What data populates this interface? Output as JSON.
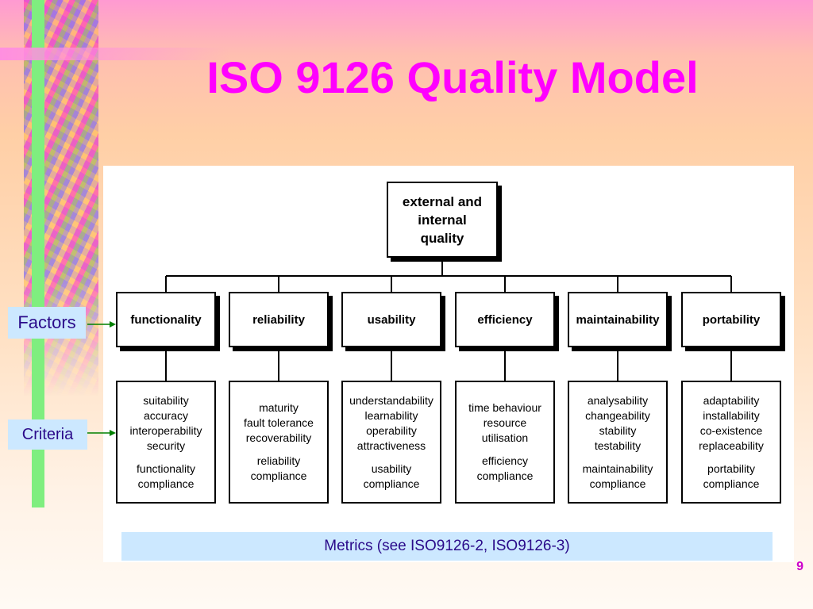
{
  "slide": {
    "title": "ISO 9126 Quality Model",
    "page_number": "9"
  },
  "diagram": {
    "root": [
      "external and",
      "internal",
      "quality"
    ],
    "factors": [
      "functionality",
      "reliability",
      "usability",
      "efficiency",
      "maintainability",
      "portability"
    ],
    "criteria": [
      {
        "items": [
          "suitability",
          "accuracy",
          "interoperability",
          "security"
        ],
        "compliance": [
          "functionality",
          "compliance"
        ]
      },
      {
        "items": [
          "maturity",
          "fault tolerance",
          "recoverability"
        ],
        "compliance": [
          "reliability",
          "compliance"
        ]
      },
      {
        "items": [
          "understandability",
          "learnability",
          "operability",
          "attractiveness"
        ],
        "compliance": [
          "usability",
          "compliance"
        ]
      },
      {
        "items": [
          "time behaviour",
          "resource",
          "utilisation"
        ],
        "compliance": [
          "efficiency",
          "compliance"
        ]
      },
      {
        "items": [
          "analysability",
          "changeability",
          "stability",
          "testability"
        ],
        "compliance": [
          "maintainability",
          "compliance"
        ]
      },
      {
        "items": [
          "adaptability",
          "installability",
          "co-existence",
          "replaceability"
        ],
        "compliance": [
          "portability",
          "compliance"
        ]
      }
    ],
    "metrics": "Metrics (see ISO9126-2, ISO9126-3)"
  },
  "labels": {
    "factors": "Factors",
    "criteria": "Criteria"
  },
  "colors": {
    "title": "#ff00ff",
    "label_bg": "#cce8ff",
    "label_text": "#2a0a8a",
    "arrow": "#008000"
  }
}
